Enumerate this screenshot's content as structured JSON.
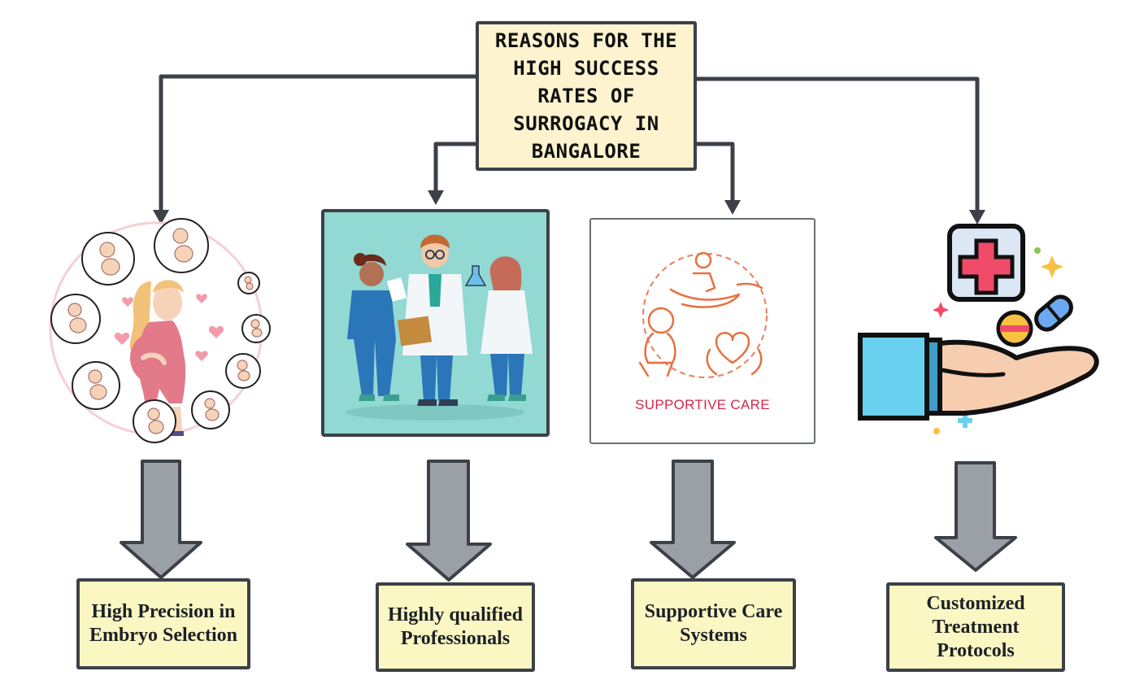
{
  "title": "REASONS FOR THE HIGH SUCCESS RATES OF SURROGACY IN BANGALORE",
  "reasons": [
    {
      "label": "High Precision in Embryo Selection",
      "icon": "pregnant-woman-embryos-icon"
    },
    {
      "label": "Highly qualified Professionals",
      "icon": "medical-team-icon"
    },
    {
      "label": "Supportive Care Systems",
      "icon": "supportive-care-icon",
      "icon_caption": "SUPPORTIVE CARE"
    },
    {
      "label": "Customized Treatment Protocols",
      "icon": "hand-with-medicine-icon"
    }
  ],
  "colors": {
    "connector": "#3c4148",
    "arrow_fill": "#9b9fa6",
    "title_bg": "#fdf3cf",
    "label_bg": "#fbf7c3",
    "panel_teal": "#92d8d3",
    "care_red": "#d12a4a"
  }
}
